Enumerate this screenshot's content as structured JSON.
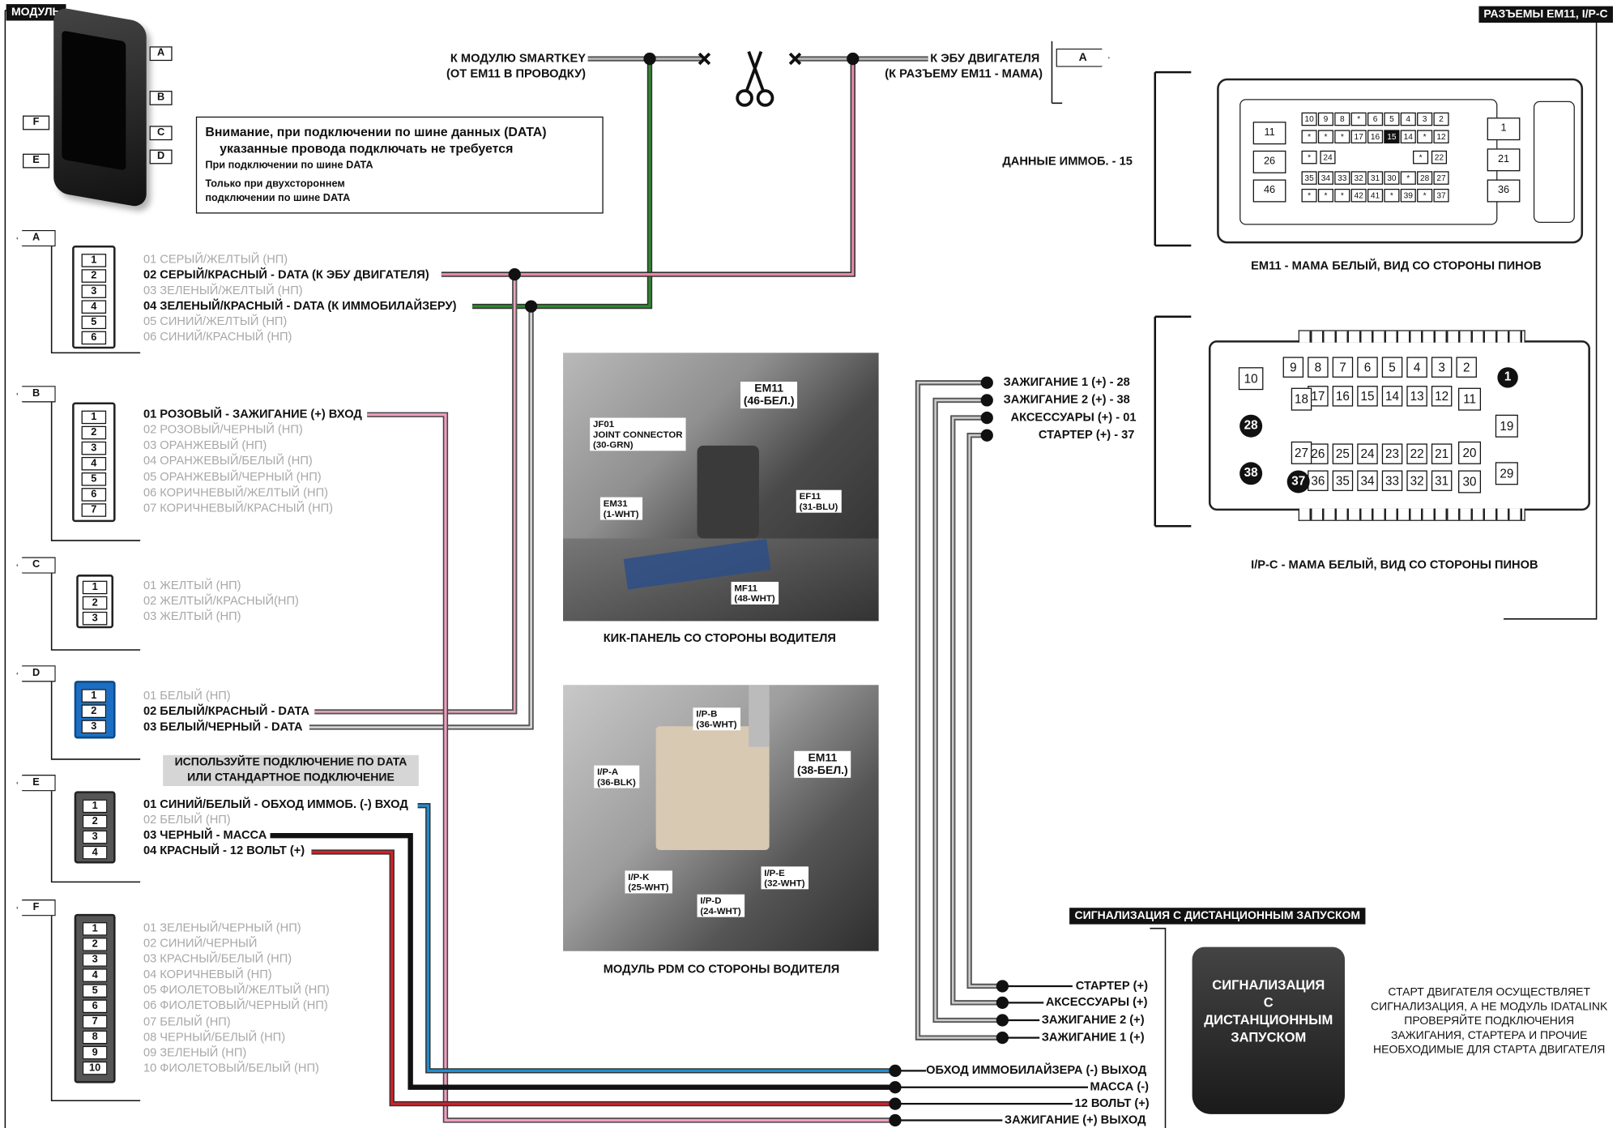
{
  "module_title": "МОДУЛЬ",
  "connectors_title": "РАЗЪЕМЫ EM11, I/P-C",
  "smartkey": {
    "line1": "К МОДУЛЮ SMARTKEY",
    "line2": "(ОТ EM11 В ПРОВОДКУ)"
  },
  "ecu": {
    "line1": "К ЭБУ ДВИГАТЕЛЯ",
    "line2": "(К РАЗЪЕМУ EM11 - МАМА)",
    "tag": "A"
  },
  "note": {
    "line1": "Внимание, при подключении по шине данных (DATA)",
    "line2": "указанные провода подключать не требуется",
    "row1": "При подключении по шине DATA",
    "row2a": "Только при двухстороннем",
    "row2b": "подключении по шине DATA"
  },
  "module_tags": [
    "A",
    "B",
    "C",
    "D",
    "E",
    "F"
  ],
  "connector_a": {
    "tag": "A",
    "pins": [
      "1",
      "2",
      "3",
      "4",
      "5",
      "6"
    ],
    "wires": [
      "01 СЕРЫЙ/ЖЕЛТЫЙ (НП)",
      "02 СЕРЫЙ/КРАСНЫЙ - DATA (К ЭБУ ДВИГАТЕЛЯ)",
      "03 ЗЕЛЕНЫЙ/ЖЕЛТЫЙ (НП)",
      "04 ЗЕЛЕНЫЙ/КРАСНЫЙ - DATA (К ИММОБИЛАЙЗЕРУ)",
      "05 СИНИЙ/ЖЕЛТЫЙ (НП)",
      "06 СИНИЙ/КРАСНЫЙ (НП)"
    ]
  },
  "connector_b": {
    "tag": "B",
    "pins": [
      "1",
      "2",
      "3",
      "4",
      "5",
      "6",
      "7"
    ],
    "wires": [
      "01 РОЗОВЫЙ - ЗАЖИГАНИЕ (+) ВХОД",
      "02 РОЗОВЫЙ/ЧЕРНЫЙ (НП)",
      "03 ОРАНЖЕВЫЙ (НП)",
      "04 ОРАНЖЕВЫЙ/БЕЛЫЙ (НП)",
      "05 ОРАНЖЕВЫЙ/ЧЕРНЫЙ (НП)",
      "06 КОРИЧНЕВЫЙ/ЖЕЛТЫЙ (НП)",
      "07 КОРИЧНЕВЫЙ/КРАСНЫЙ (НП)"
    ]
  },
  "connector_c": {
    "tag": "C",
    "pins": [
      "1",
      "2",
      "3"
    ],
    "wires": [
      "01 ЖЕЛТЫЙ (НП)",
      "02 ЖЕЛТЫЙ/КРАСНЫЙ(НП)",
      "03 ЖЕЛТЫЙ (НП)"
    ]
  },
  "connector_d": {
    "tag": "D",
    "pins": [
      "1",
      "2",
      "3"
    ],
    "wires": [
      "01 БЕЛЫЙ (НП)",
      "02 БЕЛЫЙ/КРАСНЫЙ - DATA",
      "03 БЕЛЫЙ/ЧЕРНЫЙ - DATA"
    ]
  },
  "connector_e": {
    "tag": "E",
    "pins": [
      "1",
      "2",
      "3",
      "4"
    ],
    "wires": [
      "01 СИНИЙ/БЕЛЫЙ - ОБХОД ИММОБ. (-) ВХОД",
      "02 БЕЛЫЙ (НП)",
      "03 ЧЕРНЫЙ - МАССА",
      "04 КРАСНЫЙ - 12 ВОЛЬТ (+)"
    ]
  },
  "connector_f": {
    "tag": "F",
    "pins": [
      "1",
      "2",
      "3",
      "4",
      "5",
      "6",
      "7",
      "8",
      "9",
      "10"
    ],
    "wires": [
      "01 ЗЕЛЕНЫЙ/ЧЕРНЫЙ (НП)",
      "02 СИНИЙ/ЧЕРНЫЙ",
      "03 КРАСНЫЙ/БЕЛЫЙ (НП)",
      "04 КОРИЧНЕВЫЙ (НП)",
      "05 ФИОЛЕТОВЫЙ/ЖЕЛТЫЙ (НП)",
      "06 ФИОЛЕТОВЫЙ/ЧЕРНЫЙ (НП)",
      "07 БЕЛЫЙ (НП)",
      "08 ЧЕРНЫЙ/БЕЛЫЙ (НП)",
      "09 ЗЕЛЕНЫЙ (НП)",
      "10 ФИОЛЕТОВЫЙ/БЕЛЫЙ (НП)"
    ]
  },
  "choice_note": {
    "line1": "ИСПОЛЬЗУЙТЕ  ПОДКЛЮЧЕНИЕ ПО DATA",
    "line2": "ИЛИ  СТАНДАРТНОЕ ПОДКЛЮЧЕНИЕ"
  },
  "photo1": {
    "caption": "КИК-ПАНЕЛЬ СО СТОРОНЫ ВОДИТЕЛЯ",
    "labels": [
      "EM11",
      "(46-БЕЛ.)",
      "JF01",
      "JOINT CONNECTOR",
      "(30-GRN)",
      "EM31",
      "(1-WHT)",
      "EF11",
      "(31-BLU)",
      "MF11",
      "(48-WHT)"
    ]
  },
  "photo2": {
    "caption": "МОДУЛЬ PDM СО СТОРОНЫ ВОДИТЕЛЯ",
    "labels": [
      "I/P-B",
      "(36-WHT)",
      "EM11",
      "(38-БЕЛ.)",
      "I/P-A",
      "(36-BLK)",
      "I/P-K",
      "(25-WHT)",
      "I/P-D",
      "(24-WHT)",
      "I/P-E",
      "(32-WHT)"
    ]
  },
  "ign_labels": [
    "ЗАЖИГАНИЕ 1 (+) - 28",
    "ЗАЖИГАНИЕ 2 (+) - 38",
    "АКСЕССУАРЫ (+) - 01",
    "СТАРТЕР (+) - 37"
  ],
  "immo_data": "ДАННЫЕ ИММОБ. - 15",
  "em11": {
    "caption": "EM11 - МАМА БЕЛЫЙ, ВИД СО СТОРОНЫ ПИНОВ",
    "pins_row1": [
      "10",
      "9",
      "8",
      "*",
      "6",
      "5",
      "4",
      "3",
      "2"
    ],
    "pins_row2": [
      "*",
      "*",
      "*",
      "17",
      "16",
      "15",
      "14",
      "*",
      "12"
    ],
    "pins_row3": [
      "*",
      "24",
      "*",
      "22"
    ],
    "pins_row4": [
      "35",
      "34",
      "33",
      "32",
      "31",
      "30",
      "*",
      "28",
      "27"
    ],
    "pins_row5": [
      "*",
      "*",
      "*",
      "42",
      "41",
      "*",
      "39",
      "*",
      "37"
    ],
    "side_left": [
      "11",
      "26",
      "46"
    ],
    "side_right": [
      "1",
      "21",
      "36"
    ]
  },
  "ipc": {
    "caption": "I/P-C - МАМА БЕЛЫЙ, ВИД СО СТОРОНЫ ПИНОВ",
    "row1": [
      "9",
      "8",
      "7",
      "6",
      "5",
      "4",
      "3",
      "2"
    ],
    "row2": [
      "17",
      "16",
      "15",
      "14",
      "13",
      "12"
    ],
    "row3": [
      "26",
      "25",
      "24",
      "23",
      "22",
      "21"
    ],
    "row4": [
      "36",
      "35",
      "34",
      "33",
      "32",
      "31"
    ],
    "col_left": [
      "10",
      "18",
      "27"
    ],
    "col_right": [
      "11",
      "20",
      "30"
    ],
    "right_extra": [
      "19",
      "29"
    ],
    "highlight": [
      "1",
      "28",
      "38",
      "37"
    ]
  },
  "remote_title": "СИГНАЛИЗАЦИЯ С ДИСТАНЦИОННЫМ ЗАПУСКОМ",
  "remote_box": {
    "line1": "СИГНАЛИЗАЦИЯ",
    "line2": "С",
    "line3": "ДИСТАНЦИОННЫМ",
    "line4": "ЗАПУСКОМ"
  },
  "remote_inputs": [
    "СТАРТЕР (+)",
    "АКСЕССУАРЫ (+)",
    "ЗАЖИГАНИЕ 2 (+)",
    "ЗАЖИГАНИЕ 1 (+)"
  ],
  "remote_note": {
    "line1": "СТАРТ ДВИГАТЕЛЯ ОСУЩЕСТВЛЯЕТ",
    "line2": "СИГНАЛИЗАЦИЯ, А НЕ МОДУЛЬ IDATALINK",
    "line3": "ПРОВЕРЯЙТЕ ПОДКЛЮЧЕНИЯ",
    "line4": "ЗАЖИГАНИЯ, СТАРТЕРА И ПРОЧИЕ",
    "line5": "НЕОБХОДИМЫЕ ДЛЯ СТАРТА ДВИГАТЕЛЯ"
  },
  "outputs": [
    "ОБХОД ИММОБИЛАЙЗЕРА (-) ВЫХОД",
    "МАССА (-)",
    "12 ВОЛЬТ (+)",
    "ЗАЖИГАНИЕ (+) ВЫХОД"
  ],
  "colors": {
    "green": "#2e8b2e",
    "pink": "#e58aa6",
    "blue": "#1f8fd1",
    "red": "#d42027",
    "black": "#111111",
    "gray": "#777777",
    "connector_d_blue": "#1a6fc4"
  }
}
